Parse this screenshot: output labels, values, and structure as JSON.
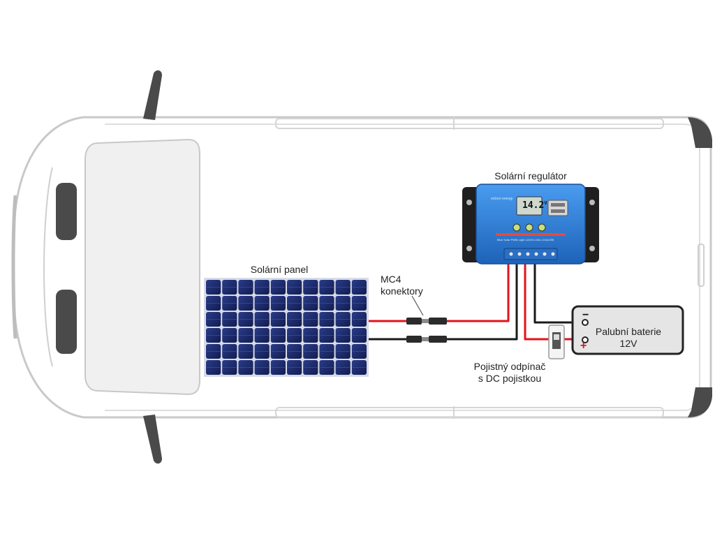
{
  "labels": {
    "regulator": "Solární regulátor",
    "panel": "Solární panel",
    "mc4_line1": "MC4",
    "mc4_line2": "konektory",
    "fuse_line1": "Pojistný odpínač",
    "fuse_line2": "s DC pojistkou",
    "battery_line1": "Palubní baterie",
    "battery_line2": "12V",
    "battery_minus": "−",
    "battery_plus": "+"
  },
  "regulator_device": {
    "lcd_value": "14.2",
    "lcd_unit": "V",
    "brand": "victron energy",
    "model": "Blue Solar PWM-Light 12/24V-10A LCD&USB"
  },
  "colors": {
    "positive_wire": "#e3131b",
    "negative_wire": "#1a1a1a",
    "regulator_blue": "#2f7fd6",
    "panel_cell": "#1b2a6b",
    "van_outline": "#c9c9c9",
    "van_dark": "#4a4a4a"
  }
}
